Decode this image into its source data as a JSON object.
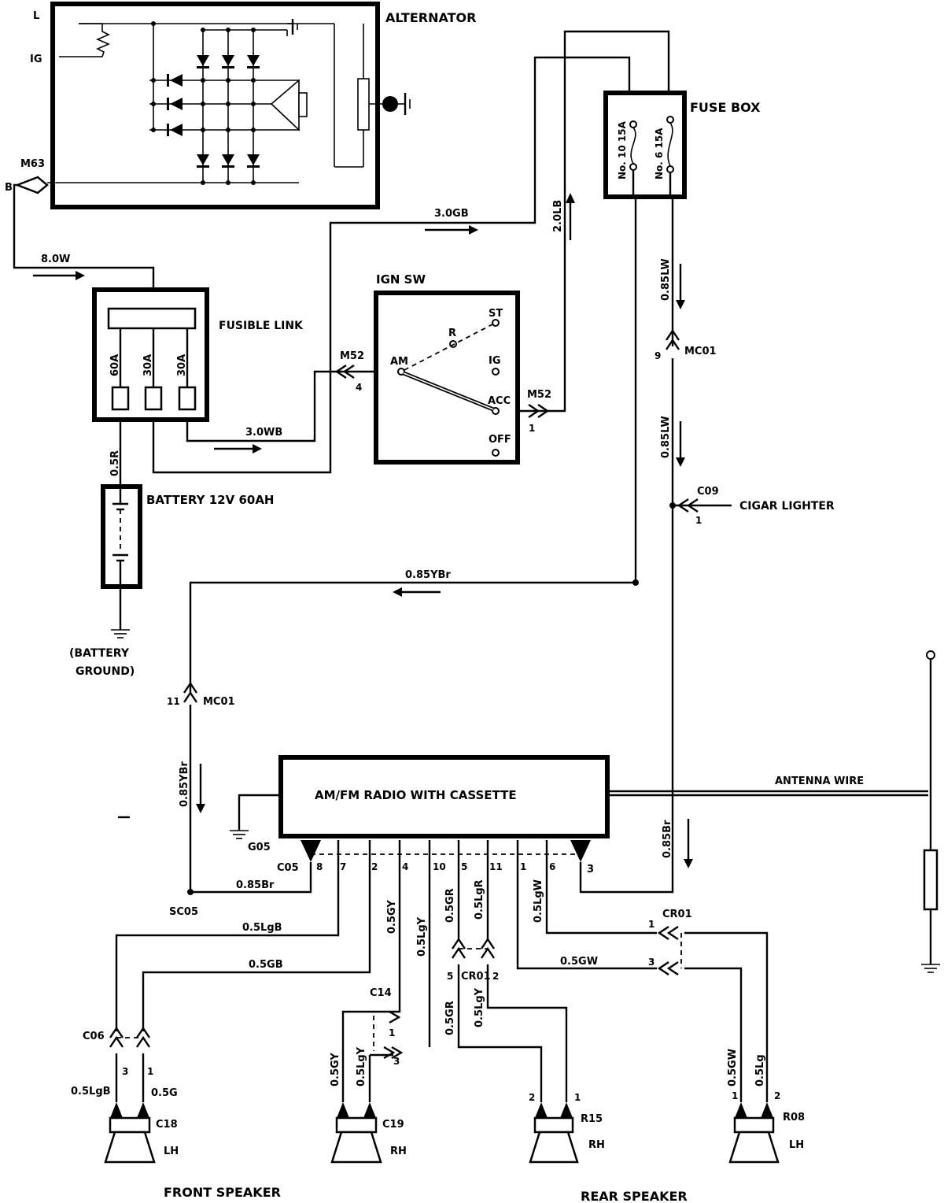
{
  "components": {
    "alternator": {
      "title": "ALTERNATOR",
      "terminal_l": "L",
      "terminal_ig": "IG",
      "terminal_b": "B",
      "connector": "M63"
    },
    "fuse_box": {
      "title": "FUSE BOX",
      "fuse_1": "No. 10 15A",
      "fuse_2": "No. 6 15A"
    },
    "fusible_link": {
      "title": "FUSIBLE LINK",
      "link_1": "60A",
      "link_2": "30A",
      "link_3": "30A"
    },
    "ign_sw": {
      "title": "IGN SW",
      "am": "AM",
      "r": "R",
      "st": "ST",
      "ig": "IG",
      "acc": "ACC",
      "off": "OFF"
    },
    "battery": {
      "title": "BATTERY 12V 60AH",
      "ground_1": "(BATTERY",
      "ground_2": "GROUND)"
    },
    "radio": {
      "title": "AM/FM RADIO WITH CASSETTE"
    },
    "cigar_lighter": "CIGAR LIGHTER",
    "antenna_wire": "ANTENNA WIRE",
    "front_speaker": "FRONT SPEAKER",
    "rear_speaker": "REAR SPEAKER"
  },
  "wires": {
    "w_8_0w": "8.0W",
    "w_3_0gb": "3.0GB",
    "w_3_0wb": "3.0WB",
    "w_2_0lb": "2.0LB",
    "w_0_5r": "0.5R",
    "w_0_85lw_a": "0.85LW",
    "w_0_85lw_b": "0.85LW",
    "w_0_85ybr_h": "0.85YBr",
    "w_0_85ybr_v": "0.85YBr",
    "w_0_85br_h": "0.85Br",
    "w_0_85br_v": "0.85Br",
    "w_0_5lgb_h": "0.5LgB",
    "w_0_5gb_h": "0.5GB",
    "w_0_5gy_a": "0.5GY",
    "w_0_5lgy_a": "0.5LgY",
    "w_0_5gr_a": "0.5GR",
    "w_0_5lgr": "0.5LgR",
    "w_0_5lgw": "0.5LgW",
    "w_0_5gw_h": "0.5GW",
    "w_0_5lgb_v": "0.5LgB",
    "w_0_5g_v": "0.5G",
    "w_0_5gy_b": "0.5GY",
    "w_0_5lgy_b": "0.5LgY",
    "w_0_5gr_b": "0.5GR",
    "w_0_5lgy_c": "0.5LgY",
    "w_0_5gw_v": "0.5GW",
    "w_0_5lg_v": "0.5Lg"
  },
  "connectors": {
    "m52_a": "M52",
    "m52_a_pin": "4",
    "m52_b": "M52",
    "m52_b_pin": "1",
    "mc01_a": "MC01",
    "mc01_a_pin": "9",
    "mc01_b": "MC01",
    "mc01_b_pin": "11",
    "c09": "C09",
    "c09_pin": "1",
    "g05": "G05",
    "c05": "C05",
    "sc05": "SC05",
    "cr01_a": "CR01",
    "cr01_a_pin1": "1",
    "cr01_a_pin3": "3",
    "cr01_b": "CR01",
    "cr01_b_pin5": "5",
    "cr01_b_pin2": "2",
    "c14": "C14",
    "c14_pin1": "1",
    "c14_pin3": "3",
    "c06": "C06",
    "c06_pin3": "3",
    "c06_pin1": "1",
    "c18": "C18",
    "c19": "C19",
    "r15": "R15",
    "r08": "R08",
    "r15_pin2": "2",
    "r15_pin1": "1",
    "r08_pin1": "1",
    "r08_pin2": "2"
  },
  "radio_pins": [
    "8",
    "7",
    "2",
    "4",
    "10",
    "5",
    "11",
    "1",
    "6",
    "3"
  ],
  "speakers": {
    "c18_side": "LH",
    "c19_side": "RH",
    "r15_side": "RH",
    "r08_side": "LH"
  }
}
